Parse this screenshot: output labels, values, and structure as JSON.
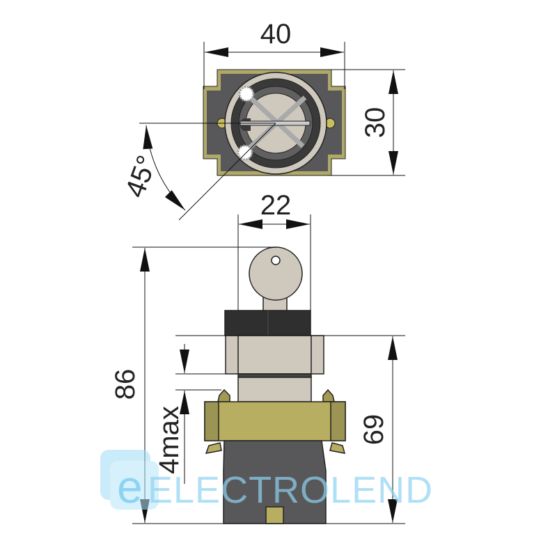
{
  "dimensions": {
    "top_width": "40",
    "top_height": "30",
    "angle": "45°",
    "key_width": "22",
    "total_height": "86",
    "body_height": "69",
    "panel_thickness": "4max"
  },
  "watermark": {
    "letter": "e",
    "text": "ELECTROLEND"
  },
  "colors": {
    "plate": "#58585a",
    "brass": "#b8ae62",
    "light": "#cfc8bd",
    "dark": "#2f2f2f"
  }
}
